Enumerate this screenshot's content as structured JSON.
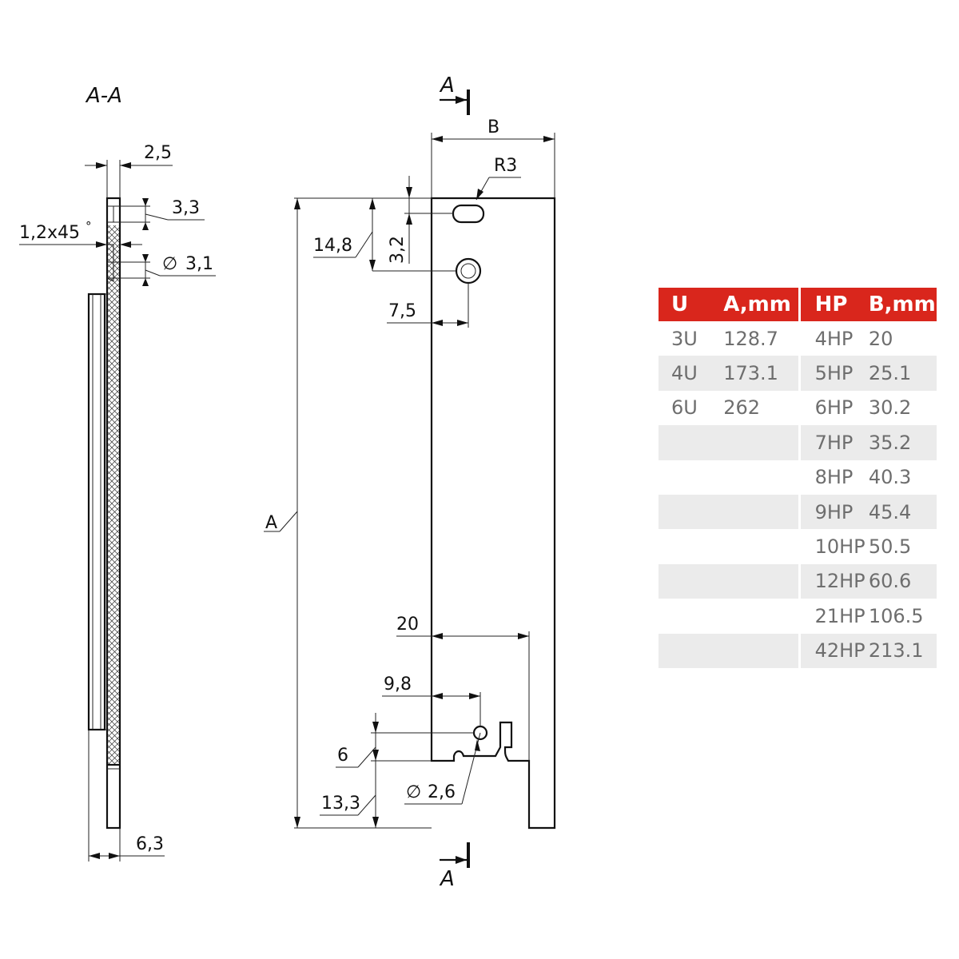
{
  "section_view": {
    "title": "A-A",
    "dims": {
      "thickness": "2,5",
      "slot_depth": "3,3",
      "chamfer": "1,2x45",
      "chamfer_deg": "°",
      "hole_dia": "3,1",
      "total_depth": "6,3"
    }
  },
  "front_view": {
    "section_marker": "A",
    "dims": {
      "width": "B",
      "height": "A",
      "radius": "R3",
      "top_hole_y": "14,8",
      "slot_offset": "3,2",
      "hole_x": "7,5",
      "lower_width": "20",
      "lower_hole_x": "9,8",
      "lower_step": "6",
      "lower_hole_dia": "2,6",
      "bottom_offset": "13,3"
    }
  },
  "diameter_symbol": "∅",
  "table": {
    "headers": {
      "u": "U",
      "a": "A,mm",
      "hp": "HP",
      "b": "B,mm"
    },
    "rows": [
      {
        "u": "3U",
        "a": "128.7",
        "hp": "4HP",
        "b": "20"
      },
      {
        "u": "4U",
        "a": "173.1",
        "hp": "5HP",
        "b": "25.1"
      },
      {
        "u": "6U",
        "a": "262",
        "hp": "6HP",
        "b": "30.2"
      },
      {
        "u": "",
        "a": "",
        "hp": "7HP",
        "b": "35.2"
      },
      {
        "u": "",
        "a": "",
        "hp": "8HP",
        "b": "40.3"
      },
      {
        "u": "",
        "a": "",
        "hp": "9HP",
        "b": "45.4"
      },
      {
        "u": "",
        "a": "",
        "hp": "10HP",
        "b": "50.5"
      },
      {
        "u": "",
        "a": "",
        "hp": "12HP",
        "b": "60.6"
      },
      {
        "u": "",
        "a": "",
        "hp": "21HP",
        "b": "106.5"
      },
      {
        "u": "",
        "a": "",
        "hp": "42HP",
        "b": "213.1"
      }
    ]
  },
  "colors": {
    "header_bg": "#d9261c",
    "header_text": "#ffffff",
    "row_shade": "#ebebeb",
    "cell_text": "#6e6e6e"
  }
}
